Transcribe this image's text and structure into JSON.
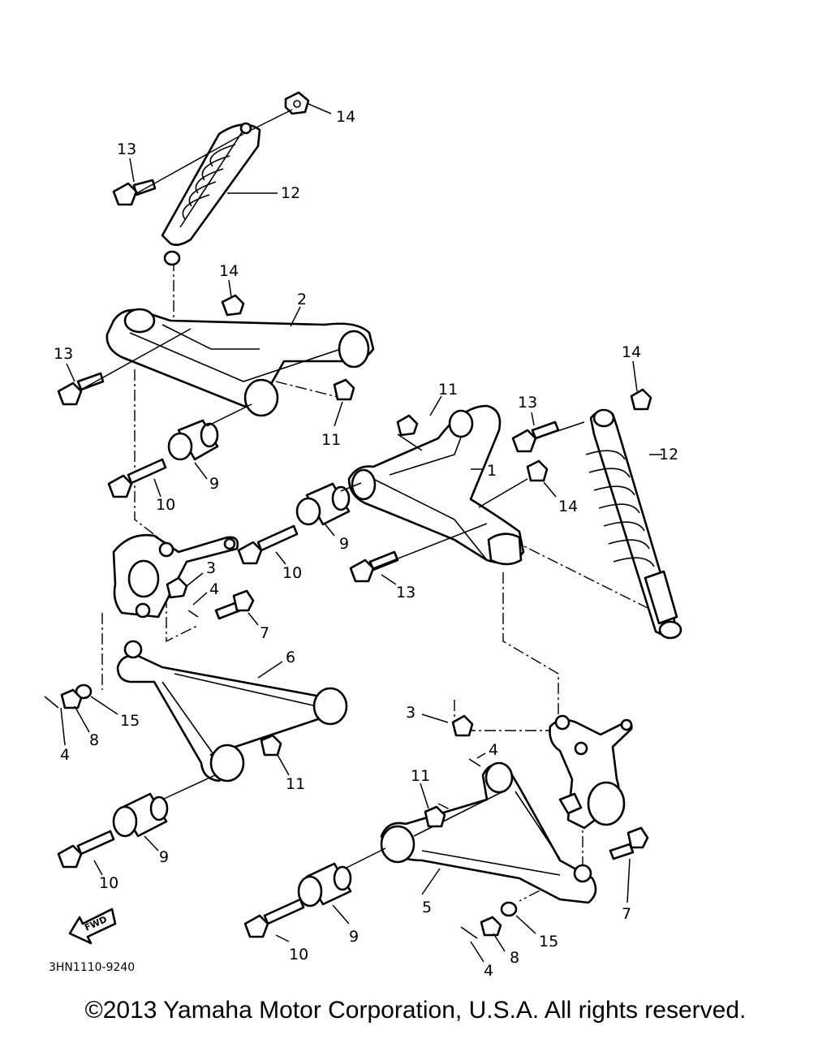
{
  "diagram_code": "3HN1110-9240",
  "fwd_label": "FWD",
  "copyright": "©2013 Yamaha Motor Corporation, U.S.A. All rights reserved.",
  "callouts": {
    "c14a": "14",
    "c13a": "13",
    "c12a": "12",
    "c14b": "14",
    "c2": "2",
    "c13b": "13",
    "c11a": "11",
    "c9a": "9",
    "c10a": "10",
    "c11b": "11",
    "c13c": "13",
    "c14c": "14",
    "c12b": "12",
    "c1": "1",
    "c14d": "14",
    "c9b": "9",
    "c10b": "10",
    "c13d": "13",
    "c3a": "3",
    "c4a": "4",
    "c7a": "7",
    "c6": "6",
    "c4b": "4",
    "c8a": "8",
    "c15a": "15",
    "c11c": "11",
    "c9c": "9",
    "c10c": "10",
    "c3b": "3",
    "c4c": "4",
    "c11d": "11",
    "c5": "5",
    "c9d": "9",
    "c10d": "10",
    "c7b": "7",
    "c4d": "4",
    "c8b": "8",
    "c15b": "15"
  }
}
